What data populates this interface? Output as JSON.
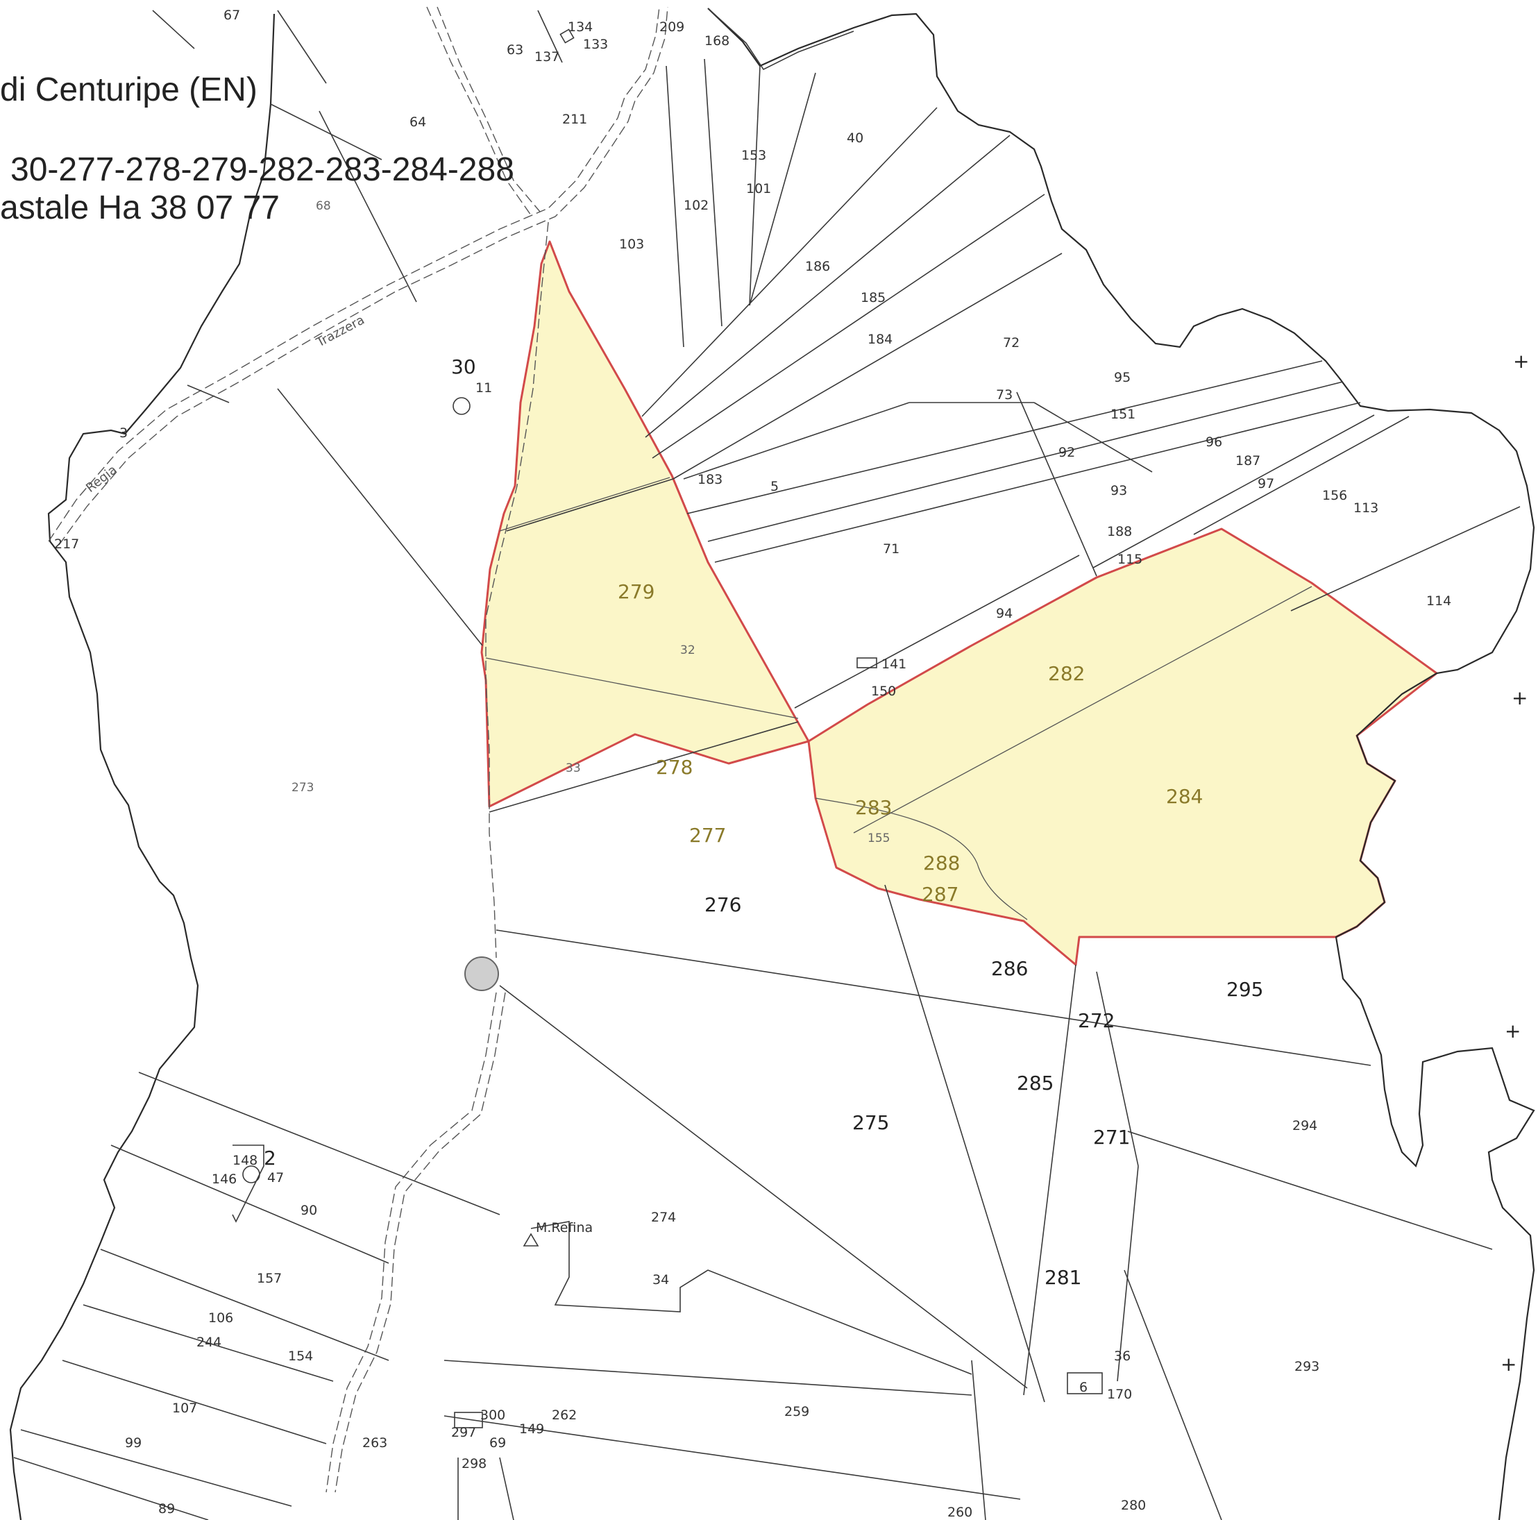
{
  "header": {
    "line1": "di Centuripe (EN)",
    "line2": "30-277-278-279-282-283-284-288",
    "line3": "astale Ha 38 07 77"
  },
  "colors": {
    "highlight_fill": "#fbf6c8",
    "highlight_stroke": "#d24a4a"
  },
  "road_labels": {
    "trazzera": "Trazzera",
    "regia": "Regia"
  },
  "place_labels": {
    "m_refina": "M.Refina"
  },
  "highlighted_parcels": [
    "279",
    "278",
    "277",
    "282",
    "283",
    "284",
    "288",
    "287"
  ],
  "parcels": {
    "p67": "67",
    "p134": "134",
    "p133": "133",
    "p63": "63",
    "p137": "137",
    "p209": "209",
    "p168": "168",
    "p64": "64",
    "p211": "211",
    "p153": "153",
    "p40": "40",
    "p101": "101",
    "p102": "102",
    "p68": "68",
    "p103": "103",
    "p186": "186",
    "p185": "185",
    "p184": "184",
    "p72": "72",
    "p30": "30",
    "p11": "11",
    "p95": "95",
    "p73": "73",
    "p151": "151",
    "p92": "92",
    "p96": "96",
    "p187": "187",
    "p183": "183",
    "p5": "5",
    "p93": "93",
    "p97": "97",
    "p156": "156",
    "p113": "113",
    "p188": "188",
    "p217": "217",
    "p71": "71",
    "p115": "115",
    "p279": "279",
    "p114": "114",
    "p94": "94",
    "p32": "32",
    "p141": "141",
    "p282": "282",
    "p150": "150",
    "p273": "273",
    "p33": "33",
    "p278": "278",
    "p284": "284",
    "p283": "283",
    "p277": "277",
    "p155": "155",
    "p288": "288",
    "p287": "287",
    "p276": "276",
    "p286": "286",
    "p295": "295",
    "p272": "272",
    "p285": "285",
    "p275": "275",
    "p271": "271",
    "p294": "294",
    "p148": "148",
    "p2": "2",
    "p146": "146",
    "p47": "47",
    "p90": "90",
    "p274": "274",
    "p157": "157",
    "p34": "34",
    "p281": "281",
    "p106": "106",
    "p244": "244",
    "p154": "154",
    "p36": "36",
    "p293": "293",
    "p107": "107",
    "p300": "300",
    "p262": "262",
    "p259": "259",
    "p6": "6",
    "p170": "170",
    "p99": "99",
    "p263": "263",
    "p297": "297",
    "p69": "69",
    "p149": "149",
    "p298": "298",
    "p89": "89",
    "p260": "260",
    "p280": "280",
    "p3": "3"
  }
}
